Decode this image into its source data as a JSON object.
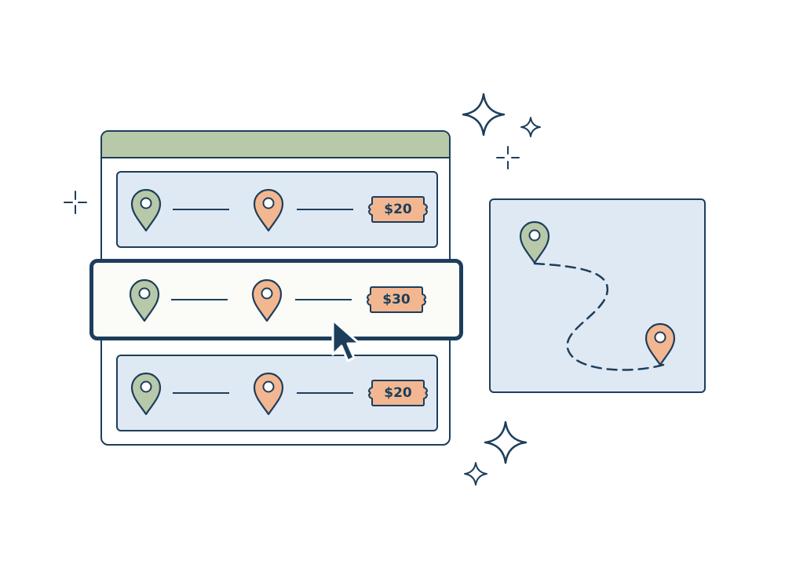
{
  "colors": {
    "outline": "#1d3e5b",
    "header_green": "#b7c9a9",
    "panel_blue": "#dfe9f4",
    "origin_pin": "#b7c9a9",
    "destination_pin": "#f2b791",
    "price_tag": "#f2b791"
  },
  "route_list": {
    "rows": [
      {
        "origin_icon": "location-pin-icon",
        "destination_icon": "location-pin-icon",
        "price": "$20",
        "selected": false
      },
      {
        "origin_icon": "location-pin-icon",
        "destination_icon": "location-pin-icon",
        "price": "$30",
        "selected": true
      },
      {
        "origin_icon": "location-pin-icon",
        "destination_icon": "location-pin-icon",
        "price": "$20",
        "selected": false
      }
    ]
  },
  "map": {
    "start_icon": "location-pin-icon",
    "end_icon": "location-pin-icon",
    "path_style": "dashed"
  },
  "cursor_icon": "mouse-pointer-icon",
  "decorations": [
    "sparkle-icon",
    "sparkle-icon",
    "sparkle-icon",
    "sparkle-icon",
    "sparkle-icon",
    "sparkle-icon"
  ]
}
